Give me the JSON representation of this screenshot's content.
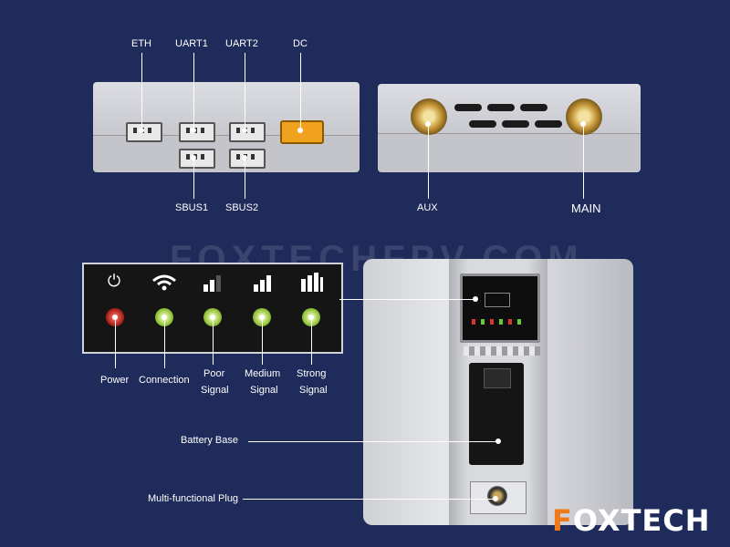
{
  "top_labels": {
    "eth": "ETH",
    "uart1": "UART1",
    "uart2": "UART2",
    "dc": "DC",
    "sbus1": "SBUS1",
    "sbus2": "SBUS2",
    "aux": "AUX",
    "main": "MAIN"
  },
  "leds": [
    {
      "icon": "power-icon",
      "label_line1": "Power",
      "label_line2": "",
      "color": "#c0302a"
    },
    {
      "icon": "wifi-icon",
      "label_line1": "Connection",
      "label_line2": "",
      "color": "#8fbf3a"
    },
    {
      "icon": "signal-poor-icon",
      "label_line1": "Poor",
      "label_line2": "Signal",
      "color": "#8fbf3a"
    },
    {
      "icon": "signal-medium-icon",
      "label_line1": "Medium",
      "label_line2": "Signal",
      "color": "#8fbf3a"
    },
    {
      "icon": "signal-strong-icon",
      "label_line1": "Strong",
      "label_line2": "Signal",
      "color": "#8fbf3a"
    }
  ],
  "callouts": {
    "battery_base": "Battery Base",
    "multi_plug": "Multi-functional Plug"
  },
  "watermark": "FOXTECHFPV.COM",
  "brand": {
    "first": "F",
    "rest": "OXTECH"
  },
  "colors": {
    "background": "#1f2b5a",
    "brand_accent": "#f07a1a"
  }
}
